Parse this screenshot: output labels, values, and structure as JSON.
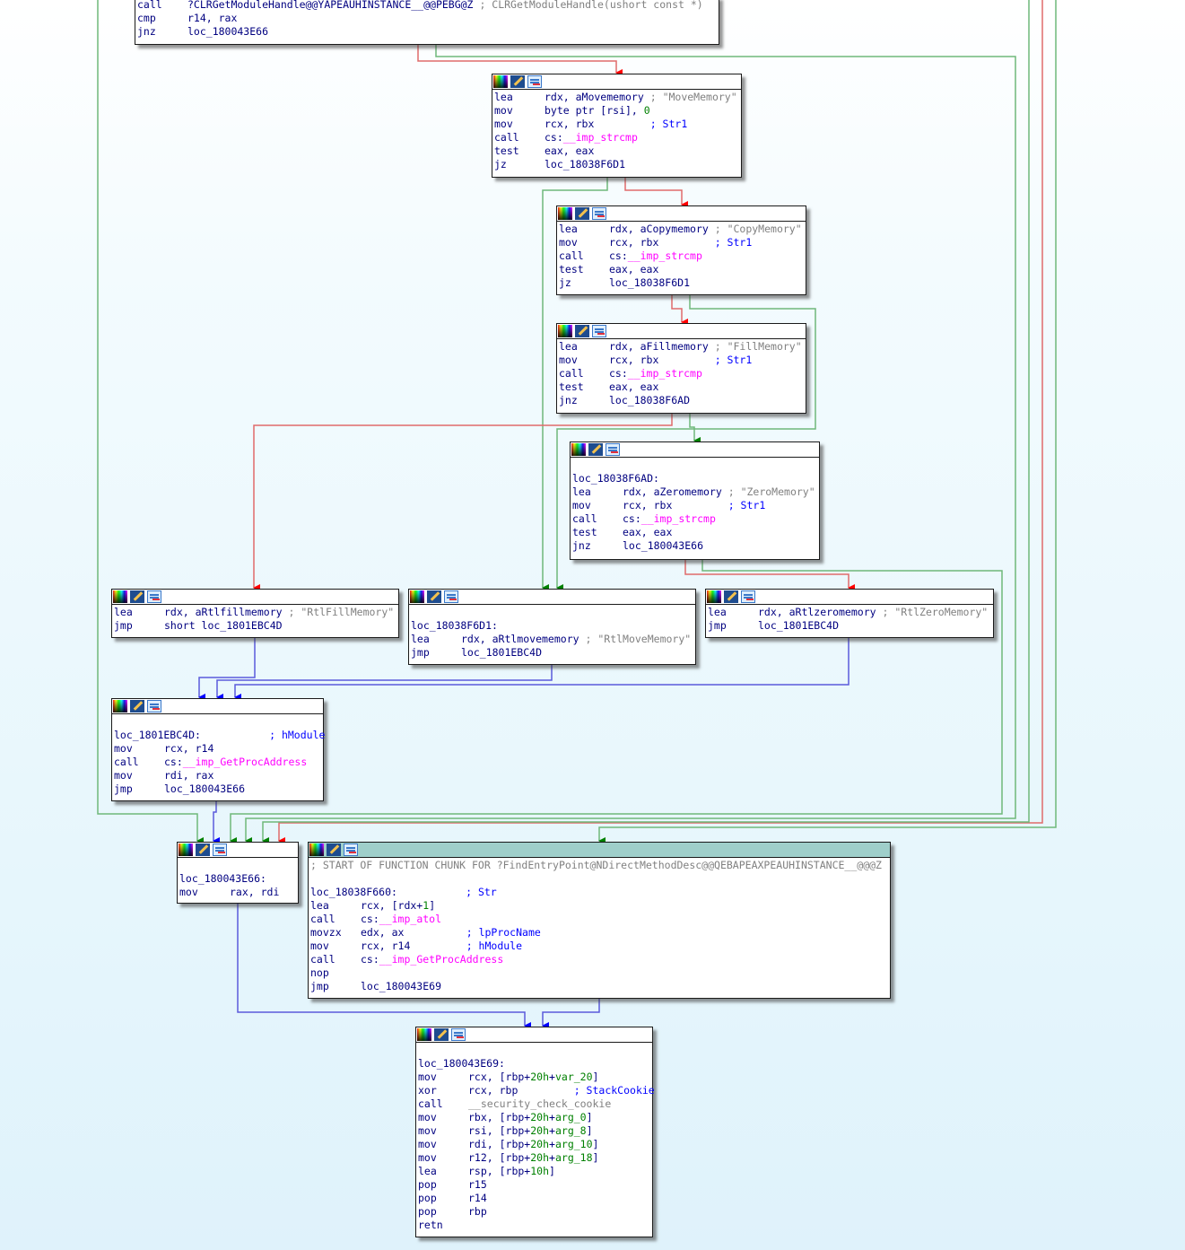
{
  "window": {
    "title": "IDA graph view - FindEntryPoint@NDirectMethodDesc"
  },
  "colors": {
    "edge_true": "#008000",
    "edge_false": "#ff0000",
    "edge_uncond": "#0000ff",
    "chunk_header": "#9fcfca",
    "mnemonic": "#000080",
    "comment": "#808080",
    "import": "#ff00ff",
    "number": "#008000"
  },
  "icons": [
    "color-palette-icon",
    "edit-pencil-icon",
    "graph-view-icon"
  ],
  "nodes": {
    "top": {
      "lines": [
        {
          "mn": "call",
          "op": "?CLRGetModuleHandle@@YAPEAUHINSTANCE__@@PEBG@Z",
          "cm": "; CLRGetModuleHandle(ushort const *)"
        },
        {
          "mn": "cmp",
          "op": "r14, rax"
        },
        {
          "mn": "jnz",
          "op": "loc_180043E66"
        }
      ]
    },
    "movememory": {
      "lines": [
        {
          "mn": "lea",
          "op": "rdx, aMovememory",
          "cm": "; \"MoveMemory\""
        },
        {
          "mn": "mov",
          "op": "byte ptr [rsi], ",
          "num": "0"
        },
        {
          "mn": "mov",
          "op": "rcx, rbx",
          "cmb": "; Str1"
        },
        {
          "mn": "call",
          "op": "cs:",
          "fn": "__imp_strcmp"
        },
        {
          "mn": "test",
          "op": "eax, eax"
        },
        {
          "mn": "jz",
          "op": "loc_18038F6D1"
        }
      ]
    },
    "copymemory": {
      "lines": [
        {
          "mn": "lea",
          "op": "rdx, aCopymemory",
          "cm": "; \"CopyMemory\""
        },
        {
          "mn": "mov",
          "op": "rcx, rbx",
          "cmb": "; Str1"
        },
        {
          "mn": "call",
          "op": "cs:",
          "fn": "__imp_strcmp"
        },
        {
          "mn": "test",
          "op": "eax, eax"
        },
        {
          "mn": "jz",
          "op": "loc_18038F6D1"
        }
      ]
    },
    "fillmemory": {
      "lines": [
        {
          "mn": "lea",
          "op": "rdx, aFillmemory",
          "cm": "; \"FillMemory\""
        },
        {
          "mn": "mov",
          "op": "rcx, rbx",
          "cmb": "; Str1"
        },
        {
          "mn": "call",
          "op": "cs:",
          "fn": "__imp_strcmp"
        },
        {
          "mn": "test",
          "op": "eax, eax"
        },
        {
          "mn": "jnz",
          "op": "loc_18038F6AD"
        }
      ]
    },
    "zeromemory": {
      "label": "loc_18038F6AD:",
      "lines": [
        {
          "mn": "lea",
          "op": "rdx, aZeromemory",
          "cm": "; \"ZeroMemory\""
        },
        {
          "mn": "mov",
          "op": "rcx, rbx",
          "cmb": "; Str1"
        },
        {
          "mn": "call",
          "op": "cs:",
          "fn": "__imp_strcmp"
        },
        {
          "mn": "test",
          "op": "eax, eax"
        },
        {
          "mn": "jnz",
          "op": "loc_180043E66"
        }
      ]
    },
    "rtlfill": {
      "lines": [
        {
          "mn": "lea",
          "op": "rdx, aRtlfillmemory",
          "cm": "; \"RtlFillMemory\""
        },
        {
          "mn": "jmp",
          "op": "short loc_1801EBC4D"
        }
      ]
    },
    "rtlmove": {
      "label": "loc_18038F6D1:",
      "lines": [
        {
          "mn": "lea",
          "op": "rdx, aRtlmovememory",
          "cm": "; \"RtlMoveMemory\""
        },
        {
          "mn": "jmp",
          "op": "loc_1801EBC4D"
        }
      ]
    },
    "rtlzero": {
      "lines": [
        {
          "mn": "lea",
          "op": "rdx, aRtlzeromemory",
          "cm": "; \"RtlZeroMemory\""
        },
        {
          "mn": "jmp",
          "op": "loc_1801EBC4D"
        }
      ]
    },
    "getproc": {
      "label": "loc_1801EBC4D:",
      "label_comment": "; hModule",
      "lines": [
        {
          "mn": "mov",
          "op": "rcx, r14"
        },
        {
          "mn": "call",
          "op": "cs:",
          "fn": "__imp_GetProcAddress"
        },
        {
          "mn": "mov",
          "op": "rdi, rax"
        },
        {
          "mn": "jmp",
          "op": "loc_180043E66"
        }
      ]
    },
    "e66": {
      "label": "loc_180043E66:",
      "lines": [
        {
          "mn": "mov",
          "op": "rax, rdi"
        }
      ]
    },
    "chunk": {
      "header_comment": "; START OF FUNCTION CHUNK FOR ?FindEntryPoint@NDirectMethodDesc@@QEBAPEAXPEAUHINSTANCE__@@@Z",
      "label": "loc_18038F660:",
      "label_comment": "; Str",
      "lines": [
        {
          "mn": "lea",
          "op": "rcx, [rdx+",
          "num": "1",
          "op2": "]"
        },
        {
          "mn": "call",
          "op": "cs:",
          "fn": "__imp_atol"
        },
        {
          "mn": "movzx",
          "op": "edx, ax",
          "cmb": "; lpProcName"
        },
        {
          "mn": "mov",
          "op": "rcx, r14",
          "cmb": "; hModule"
        },
        {
          "mn": "call",
          "op": "cs:",
          "fn": "__imp_GetProcAddress"
        },
        {
          "mn": "nop",
          "op": ""
        },
        {
          "mn": "jmp",
          "op": "loc_180043E69"
        }
      ]
    },
    "e69": {
      "label": "loc_180043E69:",
      "lines": [
        {
          "mn": "mov",
          "op": "rcx, [rbp+",
          "num": "20h",
          "op2": "+",
          "num2": "var_20",
          "op3": "]"
        },
        {
          "mn": "xor",
          "op": "rcx, rbp",
          "cmb": "; StackCookie"
        },
        {
          "mn": "call",
          "cmg": "__security_check_cookie"
        },
        {
          "mn": "mov",
          "op": "rbx, [rbp+",
          "num": "20h",
          "op2": "+",
          "num2": "arg_0",
          "op3": "]"
        },
        {
          "mn": "mov",
          "op": "rsi, [rbp+",
          "num": "20h",
          "op2": "+",
          "num2": "arg_8",
          "op3": "]"
        },
        {
          "mn": "mov",
          "op": "rdi, [rbp+",
          "num": "20h",
          "op2": "+",
          "num2": "arg_10",
          "op3": "]"
        },
        {
          "mn": "mov",
          "op": "r12, [rbp+",
          "num": "20h",
          "op2": "+",
          "num2": "arg_18",
          "op3": "]"
        },
        {
          "mn": "lea",
          "op": "rsp, [rbp+",
          "num": "10h",
          "op2": "]"
        },
        {
          "mn": "pop",
          "op": "r15"
        },
        {
          "mn": "pop",
          "op": "r14"
        },
        {
          "mn": "pop",
          "op": "rbp"
        },
        {
          "mn": "retn",
          "op": ""
        }
      ]
    }
  }
}
